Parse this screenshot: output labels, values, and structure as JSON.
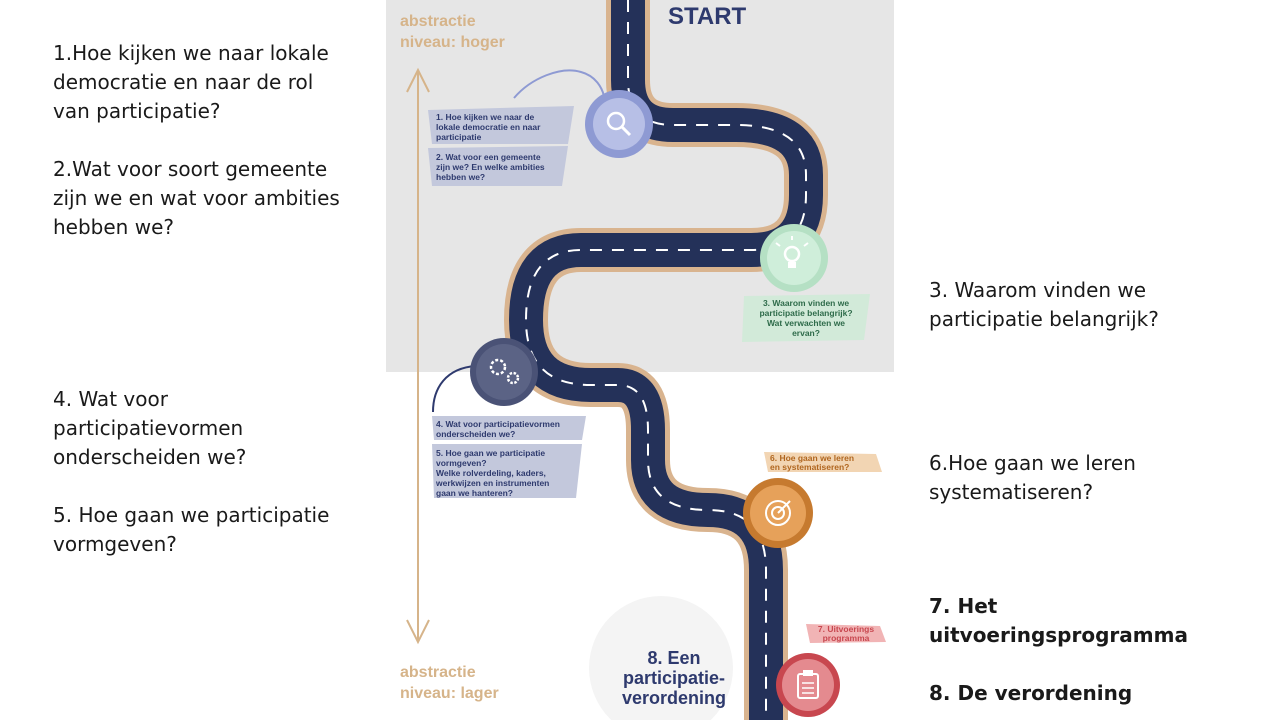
{
  "left_column": {
    "q1": "1.Hoe kijken we naar lokale\ndemocratie en naar de rol\nvan participatie?",
    "q2": "2.Wat voor soort gemeente\nzijn we en wat voor ambities\nhebben we?",
    "q4": "4. Wat voor\nparticipatievormen\nonderscheiden we?",
    "q5": "5. Hoe gaan we participatie\nvormgeven?"
  },
  "right_column": {
    "q3": "3. Waarom vinden we\nparticipatie belangrijk?",
    "q6": "6.Hoe gaan we leren\nsystematiseren?",
    "q7": "7. Het\nuitvoeringsprogramma",
    "q8": "8. De verordening"
  },
  "roadmap": {
    "start": "START",
    "abstract_high": [
      "abstractie",
      "niveau: hoger"
    ],
    "abstract_low": [
      "abstractie",
      "niveau: lager"
    ],
    "label_1": [
      "1. Hoe kijken we naar de",
      "lokale democratie en naar",
      "participatie"
    ],
    "label_2": [
      "2. Wat voor een gemeente",
      "zijn we? En welke ambities",
      "hebben we?"
    ],
    "label_3": [
      "3. Waarom vinden we",
      "participatie belangrijk?",
      "Wat verwachten we",
      "ervan?"
    ],
    "label_4": [
      "4. Wat voor participatievormen",
      "onderscheiden we?"
    ],
    "label_5": [
      "5. Hoe gaan we participatie",
      "vormgeven?",
      "Welke rolverdeling, kaders,",
      "werkwijzen en instrumenten",
      "gaan we hanteren?"
    ],
    "label_6": [
      "6. Hoe gaan we leren",
      "en systematiseren?"
    ],
    "label_7": [
      "7. Uitvoerings",
      "programma"
    ],
    "label_8": [
      "8. Een",
      "participatie-",
      "verordening"
    ],
    "icons": [
      "magnifier-icon",
      "lightbulb-icon",
      "gears-icon",
      "target-icon",
      "clipboard-icon"
    ],
    "colors": {
      "road": "#243159",
      "road_edge": "#d9b48f",
      "panel": "#e6e6e6",
      "navy": "#2e3a6e",
      "blue_circle": "#8e9ad3",
      "green_circle": "#9fd7b4",
      "gray_circle": "#4a5276",
      "orange_circle": "#c67a2f",
      "red_circle": "#c8474f",
      "tan_arrow": "#d6b48a"
    }
  }
}
